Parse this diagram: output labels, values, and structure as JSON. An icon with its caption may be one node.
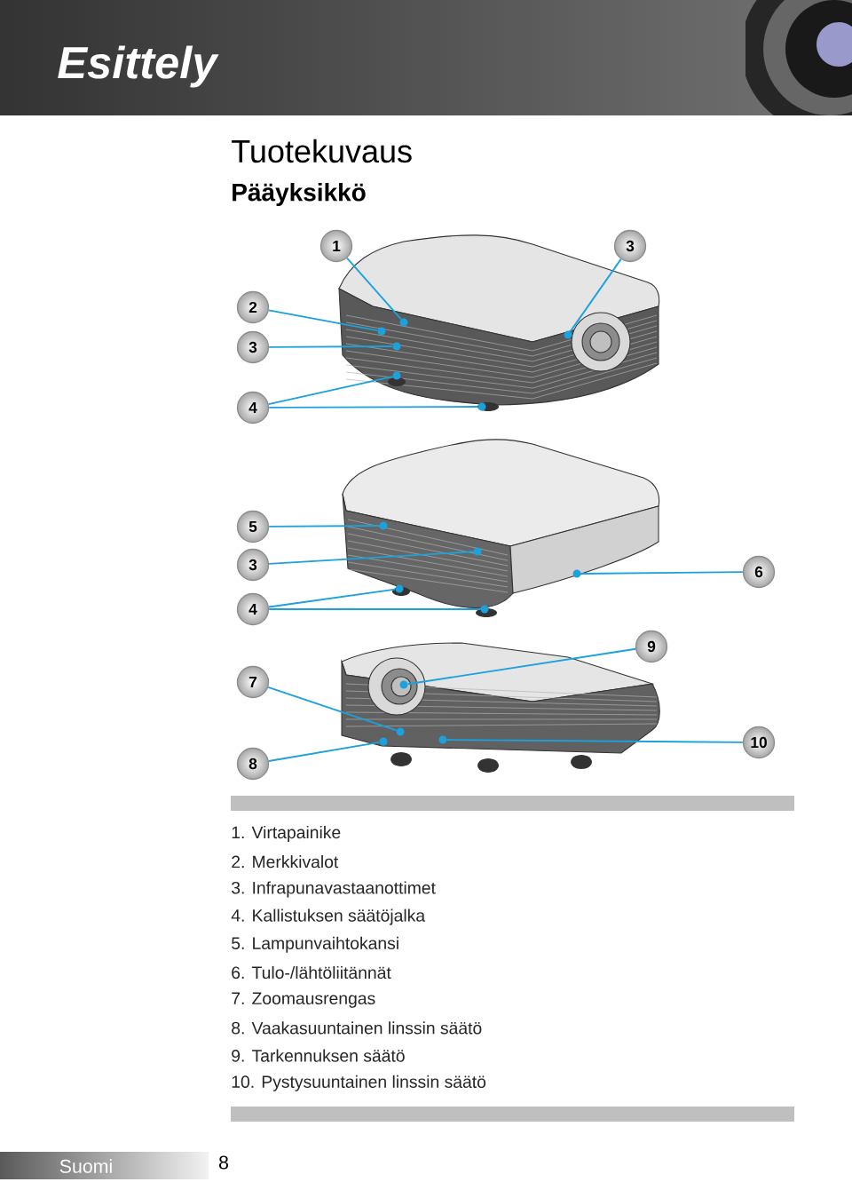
{
  "diagram": {
    "title": "Tuotekuvaus",
    "nodes": [
      {
        "text": [
          "1"
        ]
      },
      {
        "text": [
          "3"
        ]
      },
      {
        "text": [
          "2"
        ]
      },
      {
        "text": [
          "3"
        ]
      },
      {
        "text": [
          "4"
        ]
      },
      {
        "text": [
          "5"
        ]
      },
      {
        "text": [
          "3"
        ]
      },
      {
        "text": [
          "6"
        ]
      },
      {
        "text": [
          "4"
        ]
      },
      {
        "text": [
          "9"
        ]
      },
      {
        "text": [
          "7"
        ]
      },
      {
        "text": [
          "10"
        ]
      },
      {
        "text": [
          "8"
        ]
      },
      {
        "text": [],
        "shape": "circle"
      },
      {
        "text": [],
        "shape": "circle"
      },
      {
        "text": [],
        "shape": "circle"
      },
      {
        "text": [],
        "shape": "circle"
      },
      {
        "text": [],
        "shape": "circle"
      },
      {
        "text": [],
        "shape": "circle"
      },
      {
        "text": [],
        "shape": "circle"
      },
      {
        "text": [],
        "shape": "circle"
      },
      {
        "text": [],
        "shape": "circle"
      },
      {
        "text": [],
        "shape": "circle"
      },
      {
        "text": [],
        "shape": "circle"
      },
      {
        "text": [],
        "shape": "circle"
      },
      {
        "text": [],
        "shape": "circle"
      },
      {
        "text": [],
        "shape": "circle"
      },
      {
        "text": [],
        "shape": "circle"
      },
      {
        "text": [],
        "shape": "bar"
      },
      {
        "text": [],
        "shape": "bar"
      }
    ],
    "edges": [
      {
        "from": 0,
        "to": 13,
        "arrow": "none"
      },
      {
        "from": 1,
        "to": 15,
        "arrow": "none"
      },
      {
        "from": 2,
        "to": 14,
        "arrow": "none"
      },
      {
        "from": 3,
        "to": 16,
        "arrow": "none"
      },
      {
        "from": 4,
        "to": 17,
        "arrow": "none"
      },
      {
        "from": 4,
        "to": 18,
        "arrow": "none"
      },
      {
        "from": 5,
        "to": 19,
        "arrow": "none"
      },
      {
        "from": 6,
        "to": 20,
        "arrow": "none"
      },
      {
        "from": 7,
        "to": 21,
        "arrow": "none"
      },
      {
        "from": 8,
        "to": 22,
        "arrow": "none"
      },
      {
        "from": 8,
        "to": 23,
        "arrow": "none"
      },
      {
        "from": 9,
        "to": 24,
        "arrow": "none"
      },
      {
        "from": 10,
        "to": 25,
        "arrow": "none"
      },
      {
        "from": 11,
        "to": 26,
        "arrow": "none"
      },
      {
        "from": 12,
        "to": 27,
        "arrow": "none"
      }
    ],
    "labels": [
      "Esittely",
      "Pääyksikkö",
      "1. Virtapainike",
      "2. Merkkivalot",
      "3. Infrapunavastaanottimet",
      "4. Kallistuksen säätöjalka",
      "5. Lampunvaihtokansi",
      "6. Tulo-/lähtöliitännät",
      "7. Zoomausrengas",
      "8. Vaakasuuntainen linssin säätö",
      "9. Tarkennuksen säätö",
      "10. Pystysuuntainen linssin säätö",
      "Suomi",
      "8"
    ]
  }
}
